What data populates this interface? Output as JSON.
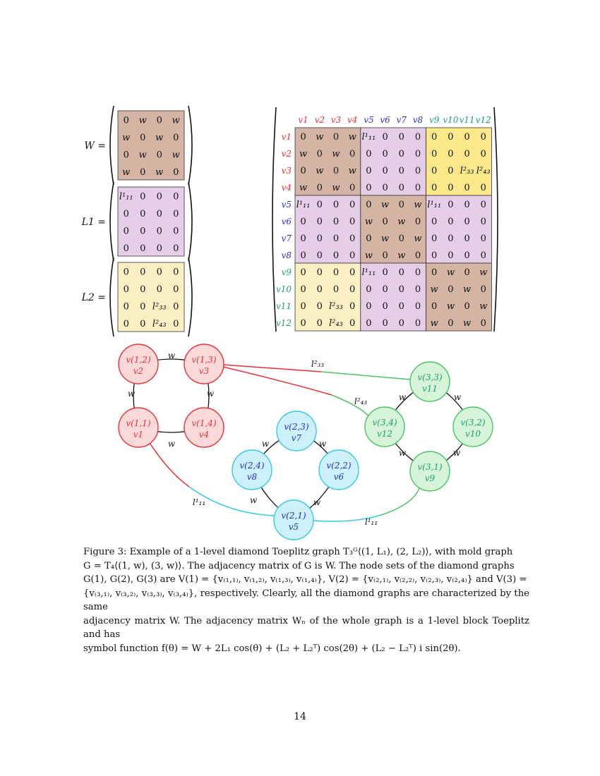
{
  "colors": {
    "brown": "#d4b5a3",
    "purple": "#e6cde8",
    "yellow": "#fbf0c4",
    "gold": "#fde98a",
    "red": "#e8323a",
    "blue": "#2b2bcc",
    "green": "#1f9e6e",
    "red_node_fill": "#fbd9d9",
    "cyan_node_fill": "#cdf1fb",
    "green_node_fill": "#d6f5d8",
    "cyan_stroke": "#38c8e6",
    "green_stroke": "#4cc364"
  },
  "small_matrices": [
    {
      "name": "W",
      "label": "W =",
      "block": "brown",
      "rows": [
        [
          "0",
          "w",
          "0",
          "w"
        ],
        [
          "w",
          "0",
          "w",
          "0"
        ],
        [
          "0",
          "w",
          "0",
          "w"
        ],
        [
          "w",
          "0",
          "w",
          "0"
        ]
      ]
    },
    {
      "name": "L1",
      "label": "L1 =",
      "block": "purple",
      "rows": [
        [
          "l¹₁₁",
          "0",
          "0",
          "0"
        ],
        [
          "0",
          "0",
          "0",
          "0"
        ],
        [
          "0",
          "0",
          "0",
          "0"
        ],
        [
          "0",
          "0",
          "0",
          "0"
        ]
      ]
    },
    {
      "name": "L2",
      "label": "L2 =",
      "block": "yellow",
      "rows": [
        [
          "0",
          "0",
          "0",
          "0"
        ],
        [
          "0",
          "0",
          "0",
          "0"
        ],
        [
          "0",
          "0",
          "l²₃₃",
          "0"
        ],
        [
          "0",
          "0",
          "l²₄₃",
          "0"
        ]
      ]
    }
  ],
  "big_matrix": {
    "col_labels": [
      "v1",
      "v2",
      "v3",
      "v4",
      "v5",
      "v6",
      "v7",
      "v8",
      "v9",
      "v10",
      "v11",
      "v12"
    ],
    "row_labels": [
      "v1",
      "v2",
      "v3",
      "v4",
      "v5",
      "v6",
      "v7",
      "v8",
      "v9",
      "v10",
      "v11",
      "v12"
    ],
    "label_groups": [
      "red",
      "red",
      "red",
      "red",
      "blue",
      "blue",
      "blue",
      "blue",
      "green",
      "green",
      "green",
      "green"
    ],
    "block_colors": [
      [
        "brown",
        "purple",
        "gold"
      ],
      [
        "purple",
        "brown",
        "purple"
      ],
      [
        "yellow",
        "purple",
        "brown"
      ]
    ],
    "rows": [
      [
        "0",
        "w",
        "0",
        "w",
        "l¹₁₁",
        "0",
        "0",
        "0",
        "0",
        "0",
        "0",
        "0"
      ],
      [
        "w",
        "0",
        "w",
        "0",
        "0",
        "0",
        "0",
        "0",
        "0",
        "0",
        "0",
        "0"
      ],
      [
        "0",
        "w",
        "0",
        "w",
        "0",
        "0",
        "0",
        "0",
        "0",
        "0",
        "l²₃₃",
        "l²₄₃"
      ],
      [
        "w",
        "0",
        "w",
        "0",
        "0",
        "0",
        "0",
        "0",
        "0",
        "0",
        "0",
        "0"
      ],
      [
        "l¹₁₁",
        "0",
        "0",
        "0",
        "0",
        "w",
        "0",
        "w",
        "l¹₁₁",
        "0",
        "0",
        "0"
      ],
      [
        "0",
        "0",
        "0",
        "0",
        "w",
        "0",
        "w",
        "0",
        "0",
        "0",
        "0",
        "0"
      ],
      [
        "0",
        "0",
        "0",
        "0",
        "0",
        "w",
        "0",
        "w",
        "0",
        "0",
        "0",
        "0"
      ],
      [
        "0",
        "0",
        "0",
        "0",
        "w",
        "0",
        "w",
        "0",
        "0",
        "0",
        "0",
        "0"
      ],
      [
        "0",
        "0",
        "0",
        "0",
        "l¹₁₁",
        "0",
        "0",
        "0",
        "0",
        "w",
        "0",
        "w"
      ],
      [
        "0",
        "0",
        "0",
        "0",
        "0",
        "0",
        "0",
        "0",
        "w",
        "0",
        "w",
        "0"
      ],
      [
        "0",
        "0",
        "l²₃₃",
        "0",
        "0",
        "0",
        "0",
        "0",
        "0",
        "w",
        "0",
        "w"
      ],
      [
        "0",
        "0",
        "l²₄₃",
        "0",
        "0",
        "0",
        "0",
        "0",
        "w",
        "0",
        "w",
        "0"
      ]
    ]
  },
  "graph": {
    "nodes": [
      {
        "id": "n12",
        "top": "v(1,2)",
        "bottom": "v2",
        "group": "red"
      },
      {
        "id": "n13",
        "top": "v(1,3)",
        "bottom": "v3",
        "group": "red"
      },
      {
        "id": "n11",
        "top": "v(1,1)",
        "bottom": "v1",
        "group": "red"
      },
      {
        "id": "n14",
        "top": "v(1,4)",
        "bottom": "v4",
        "group": "red"
      },
      {
        "id": "n23",
        "top": "v(2,3)",
        "bottom": "v7",
        "group": "blue"
      },
      {
        "id": "n24",
        "top": "v(2,4)",
        "bottom": "v8",
        "group": "blue"
      },
      {
        "id": "n22",
        "top": "v(2,2)",
        "bottom": "v6",
        "group": "blue"
      },
      {
        "id": "n21",
        "top": "v(2,1)",
        "bottom": "v5",
        "group": "blue"
      },
      {
        "id": "n33",
        "top": "v(3,3)",
        "bottom": "v11",
        "group": "green"
      },
      {
        "id": "n34",
        "top": "v(3,4)",
        "bottom": "v12",
        "group": "green"
      },
      {
        "id": "n32",
        "top": "v(3,2)",
        "bottom": "v10",
        "group": "green"
      },
      {
        "id": "n31",
        "top": "v(3,1)",
        "bottom": "v9",
        "group": "green"
      }
    ],
    "edge_weight": "w",
    "cross_labels": [
      "l²₃₃",
      "l²₄₃",
      "l¹₁₁",
      "l¹₁₁"
    ]
  },
  "caption": {
    "lines": [
      "Figure 3:  Example of a 1-level diamond Toeplitz graph T₃ᴳ⟨(1, L₁), (2, L₂)⟩, with mold graph",
      "G = T₄⟨(1, w), (3, w)⟩.  The adjacency matrix of G is W.  The node sets of the diamond graphs",
      "G(1), G(2), G(3) are V(1) = {v₍₁,₁₎, v₍₁,₂₎, v₍₁,₃₎, v₍₁,₄₎}, V(2) = {v₍₂,₁₎, v₍₂,₂₎, v₍₂,₃₎, v₍₂,₄₎} and V(3) =",
      "{v₍₃,₁₎, v₍₃,₂₎, v₍₃,₃₎, v₍₃,₄₎}, respectively. Clearly, all the diamond graphs are characterized by the same",
      "adjacency matrix W. The adjacency matrix Wₙ of the whole graph is a 1-level block Toeplitz and has",
      "symbol function f(θ) = W + 2L₁ cos(θ) + (L₂ + L₂ᵀ) cos(2θ) + (L₂ − L₂ᵀ) i sin(2θ)."
    ]
  },
  "page_number": "14"
}
